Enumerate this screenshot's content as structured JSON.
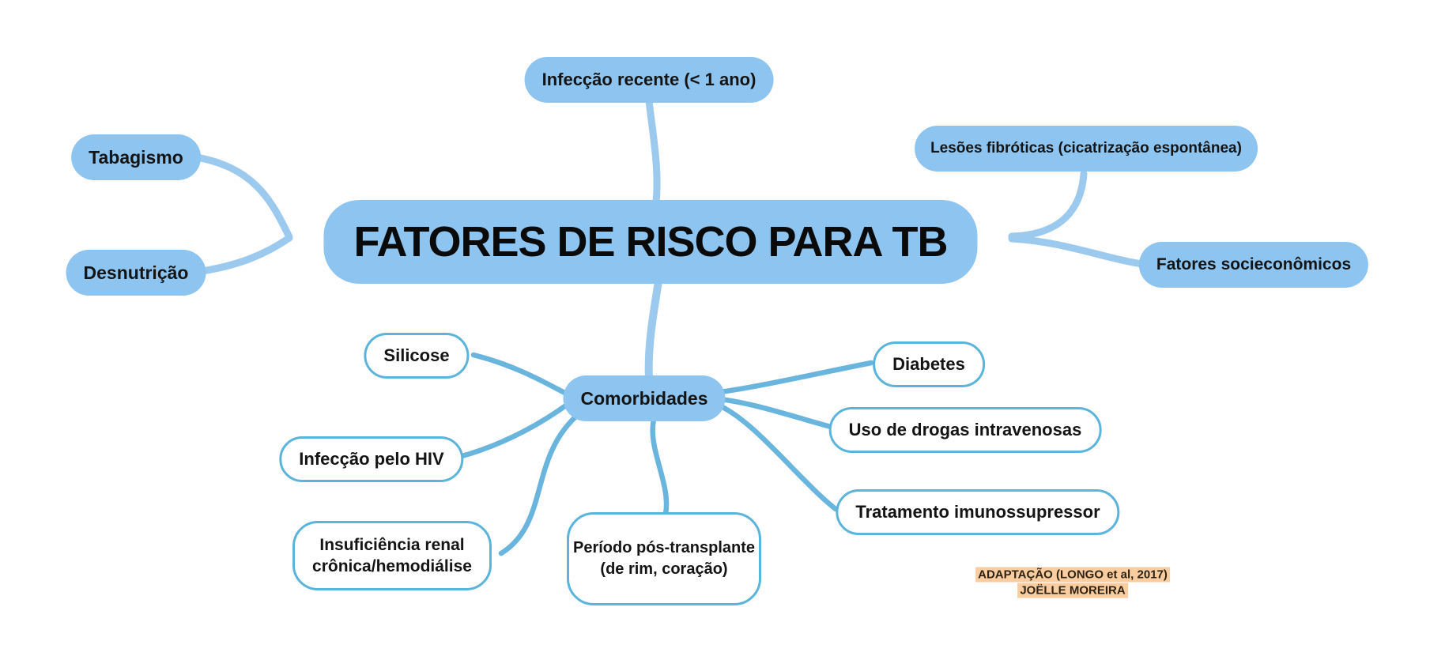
{
  "diagram": {
    "type": "mindmap",
    "language": "pt-BR",
    "topic": "Fatores de risco para tuberculose"
  },
  "colors": {
    "node_fill": "#8EC5F0",
    "branch_light": "#9CCAEF",
    "branch_teal": "#69B5DE",
    "outline": "#5AB4DC",
    "highlight": "#F9CDA0",
    "text": "#141414"
  },
  "nodes": {
    "root": {
      "label": "FATORES DE RISCO PARA TB",
      "level": 0,
      "parent": null
    },
    "infeccao_recente": {
      "label": "Infecção recente (< 1 ano)",
      "level": 1,
      "parent": "root"
    },
    "tabagismo": {
      "label": "Tabagismo",
      "level": 1,
      "parent": "root"
    },
    "desnutricao": {
      "label": "Desnutrição",
      "level": 1,
      "parent": "root"
    },
    "lesoes_fibroticas": {
      "label": "Lesões fibróticas (cicatrização espontânea)",
      "level": 1,
      "parent": "root"
    },
    "fatores_socieconomicos": {
      "label": "Fatores socieconômicos",
      "level": 1,
      "parent": "root"
    },
    "comorbidades": {
      "label": "Comorbidades",
      "level": 1,
      "parent": "root"
    },
    "silicose": {
      "label": "Silicose",
      "level": 2,
      "parent": "comorbidades"
    },
    "infeccao_hiv": {
      "label": "Infecção pelo HIV",
      "level": 2,
      "parent": "comorbidades"
    },
    "insuficiencia_renal": {
      "label": "Insuficiência renal crônica/hemodiálise",
      "level": 2,
      "parent": "comorbidades"
    },
    "pos_transplante": {
      "label": "Período pós-transplante (de rim, coração)",
      "level": 2,
      "parent": "comorbidades"
    },
    "diabetes": {
      "label": "Diabetes",
      "level": 2,
      "parent": "comorbidades"
    },
    "drogas_intravenosas": {
      "label": "Uso de drogas intravenosas",
      "level": 2,
      "parent": "comorbidades"
    },
    "imunossupressor": {
      "label": "Tratamento imunossupressor",
      "level": 2,
      "parent": "comorbidades"
    }
  },
  "attribution": {
    "line1": "ADAPTAÇÃO (LONGO et al, 2017)",
    "line2": "JOËLLE MOREIRA"
  }
}
